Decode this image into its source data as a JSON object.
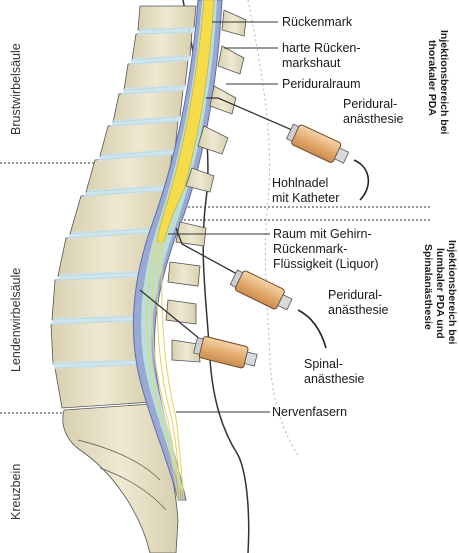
{
  "regions": {
    "thoracic": "Brustwirbelsäule",
    "lumbar": "Lendenwirbelsäule",
    "sacrum": "Kreuzbein"
  },
  "labels": {
    "spinal_cord": "Rückenmark",
    "dura_line1": "harte Rücken-",
    "dura_line2": "markshaut",
    "epidural_space": "Periduralraum",
    "epidural_anesthesia_top_1": "Peridural-",
    "epidural_anesthesia_top_2": "anästhesie",
    "hollow_needle_1": "Hohlnadel",
    "hollow_needle_2": "mit Katheter",
    "csf_1": "Raum mit Gehirn-",
    "csf_2": "Rückenmark-",
    "csf_3": "Flüssigkeit (Liquor)",
    "epidural_anesthesia_mid_1": "Peridural-",
    "epidural_anesthesia_mid_2": "anästhesie",
    "spinal_anesthesia_1": "Spinal-",
    "spinal_anesthesia_2": "anästhesie",
    "nerve_fibers": "Nervenfasern"
  },
  "zones": {
    "thoracic_line1": "Injektionsbereich bei",
    "thoracic_line2": "thorakaler PDA",
    "lumbar_line1": "Injektionsbereich bei",
    "lumbar_line2": "lumbaler PDA und",
    "lumbar_line3": "Spinalanästhesie"
  },
  "colors": {
    "spinal_cord": "#f4dc4a",
    "csf": "#b5dcd6",
    "dura": "#7c8fbf",
    "bone": "#e6dfc3",
    "syringe": "#e6b37c"
  }
}
